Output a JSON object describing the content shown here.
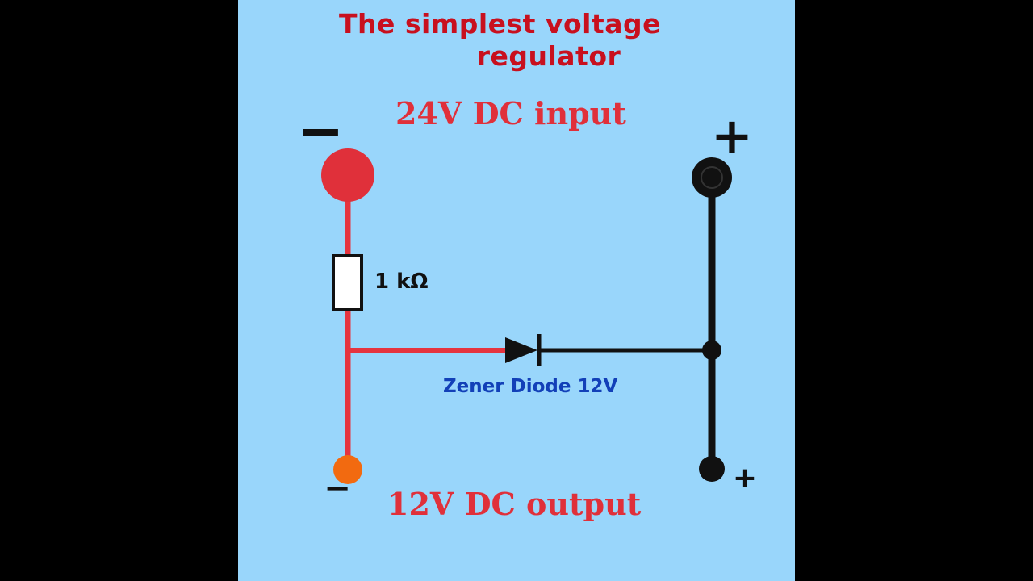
{
  "diagram": {
    "title_line1": "The simplest voltage",
    "title_line2": "regulator",
    "input_label": "24V DC input",
    "output_label": "12V DC output",
    "resistor_label": "1 kΩ",
    "diode_label": "Zener Diode 12V",
    "input_negative_sign": "−",
    "input_positive_sign": "+",
    "output_negative_sign": "−",
    "output_positive_sign": "+"
  },
  "colors": {
    "background": "#99d6fb",
    "title": "#c8101e",
    "labels_red": "#e0303a",
    "wire_red": "#e5343f",
    "wire_black": "#111111",
    "input_terminal": "#e0303a",
    "output_terminal_negative": "#f26a10",
    "diode_label": "#1240b8"
  },
  "icons": {
    "resistor": "resistor-icon",
    "zener": "zener-diode-icon",
    "terminal": "terminal-dot-icon"
  }
}
